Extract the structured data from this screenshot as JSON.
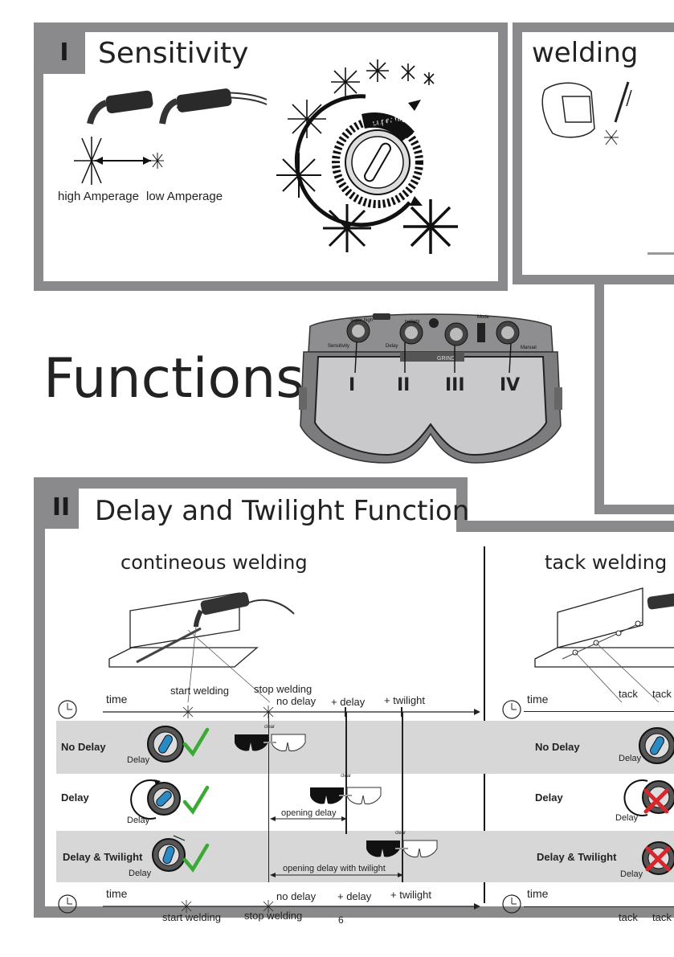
{
  "sensitivity": {
    "tag": "I",
    "title": "Sensitivity",
    "high_label": "high Amperage",
    "low_label": "low Amperage",
    "dial_text": "super high"
  },
  "welding_panel": {
    "title": "welding"
  },
  "functions": {
    "title": "Functions",
    "markers": [
      "I",
      "II",
      "III",
      "IV"
    ],
    "panel_labels": {
      "sensitivity": "Sensitivity",
      "delay": "Delay",
      "mode": "Mode",
      "manual": "Manual",
      "grind": "GRIND",
      "super_high": "super high",
      "twilight": "twilight"
    }
  },
  "delay_section": {
    "tag": "II",
    "title": "Delay and Twilight Function",
    "continuous": {
      "title": "contineous welding",
      "time": "time",
      "start_welding": "start welding",
      "stop_welding": "stop welding",
      "no_delay": "no delay",
      "plus_delay": "+ delay",
      "plus_twilight": "+ twilight",
      "clear": "clear",
      "opening_delay": "opening delay",
      "opening_delay_twilight": "opening delay with twilight"
    },
    "tack": {
      "title": "tack welding",
      "time": "time",
      "tack": "tack"
    },
    "rows": [
      {
        "label": "No Delay",
        "knob_label": "Delay"
      },
      {
        "label": "Delay",
        "knob_label": "Delay"
      },
      {
        "label": "Delay & Twilight",
        "knob_label": "Delay"
      }
    ]
  },
  "page_number": "6",
  "colors": {
    "frame": "#8a8a8c",
    "band": "#d7d7d8",
    "check": "#3aa935",
    "cross": "#d9262c",
    "knob_blue": "#2a8ac6"
  }
}
